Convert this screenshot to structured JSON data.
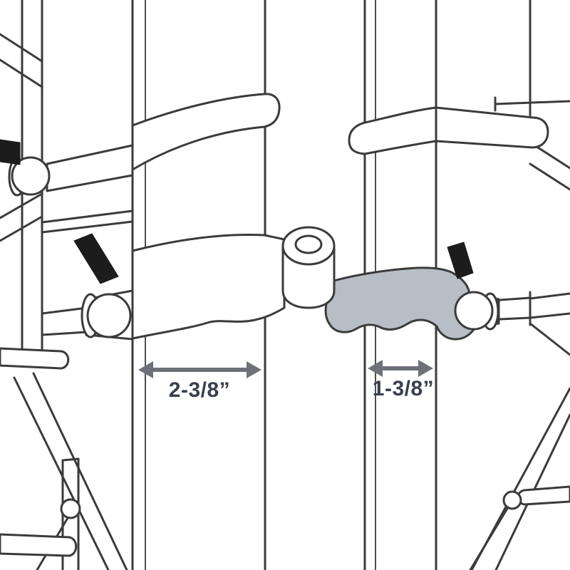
{
  "diagram": {
    "type": "technical-illustration",
    "subject": "chain-link fence gate hinge mounted between two round posts",
    "dimensions": {
      "left": {
        "label": "2-3/8”"
      },
      "right": {
        "label": "1-3/8”"
      }
    },
    "colors": {
      "line": "#3b3b3b",
      "bracket_gray": "#b7bec6",
      "hardware_black": "#1c1c1c",
      "arrow_gray": "#6e7278",
      "label_text": "#3a3f4c",
      "background": "#ffffff"
    }
  }
}
